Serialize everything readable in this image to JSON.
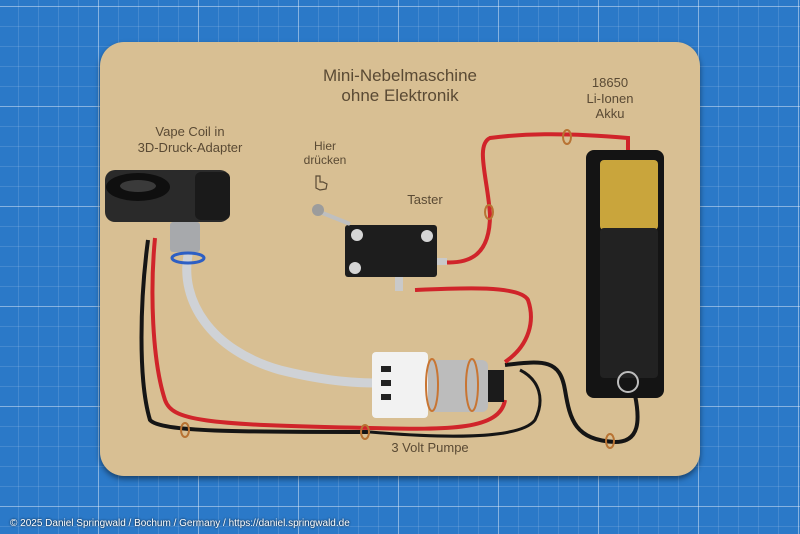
{
  "title": "Mini-Nebelmaschine\nohne Elektronik",
  "labels": {
    "coil": "Vape Coil in\n3D-Druck-Adapter",
    "press": "Hier\ndrücken",
    "switch": "Taster",
    "battery": "18650\nLi-Ionen\nAkku",
    "pump": "3 Volt Pumpe"
  },
  "icons": {
    "press": "pointing-hand-icon"
  },
  "copyright": "© 2025 Daniel Springwald / Bochum / Germany / https://daniel.springwald.de",
  "colors": {
    "mat": "#2b79c8",
    "board": "#d8bf93",
    "label_text": "#5a4a34",
    "wire_red": "#d0242a",
    "wire_black": "#151515"
  }
}
